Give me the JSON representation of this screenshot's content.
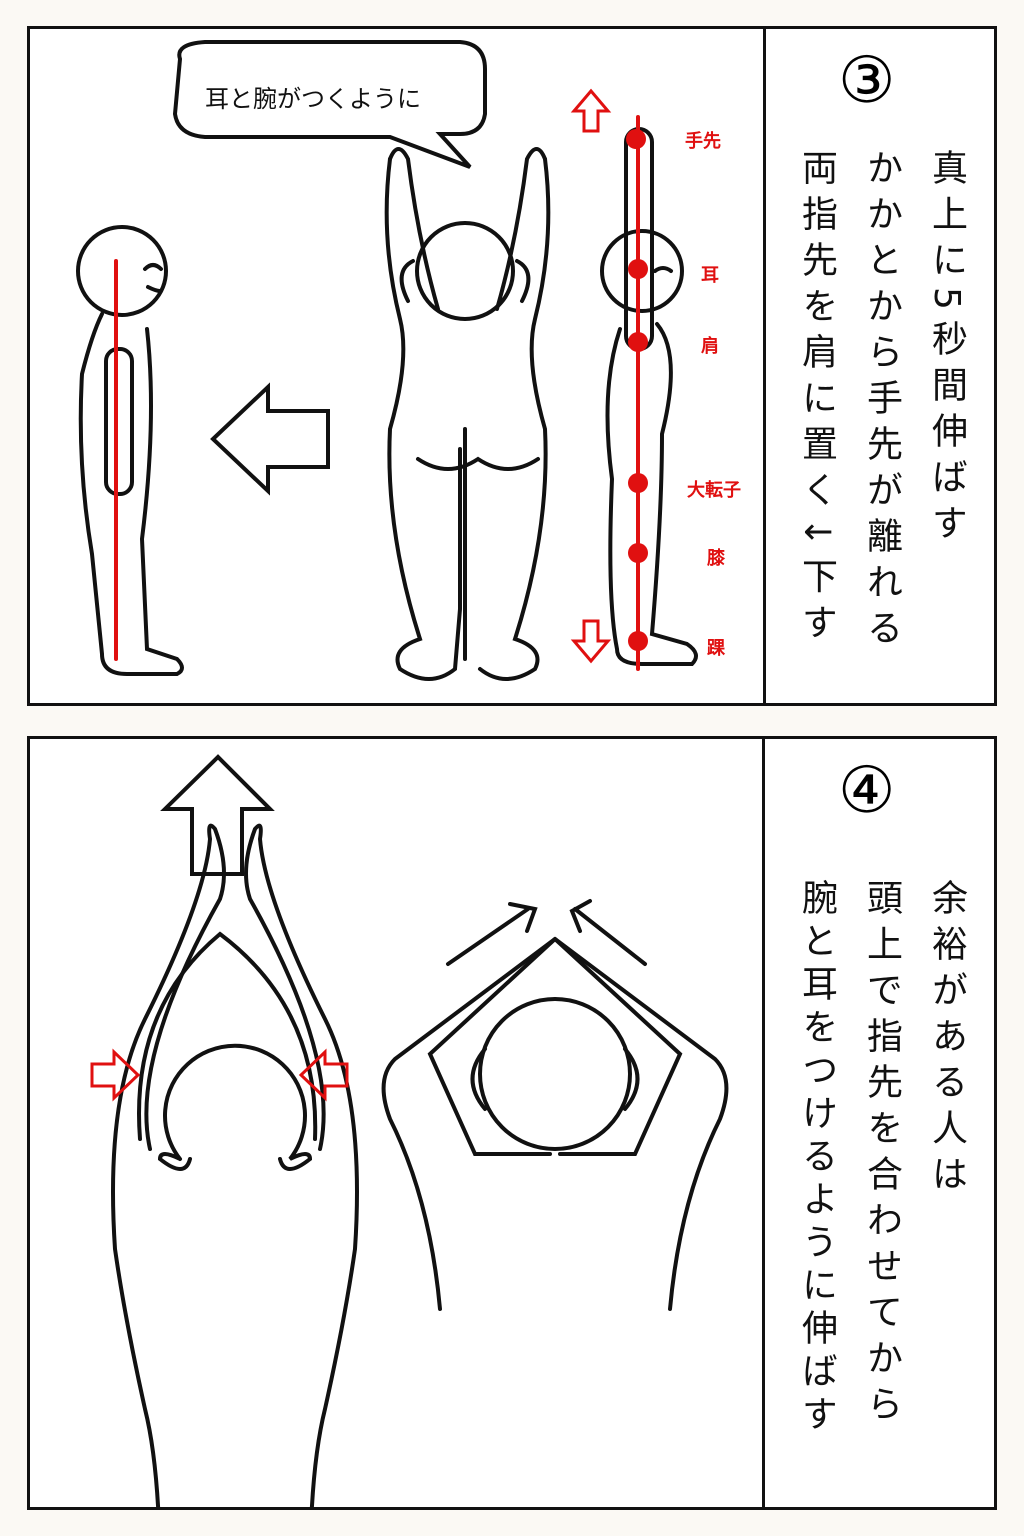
{
  "panel3": {
    "number": "③",
    "speech_bubble": "耳と腕がつくように",
    "instructions": [
      "真上に5秒間伸ばす",
      "かかとから手先が離れる",
      "両指先を肩に置く↓下す"
    ],
    "body_point_labels": [
      "手先",
      "耳",
      "肩",
      "大転子",
      "膝",
      "踝"
    ]
  },
  "panel4": {
    "number": "④",
    "instructions": [
      "余裕がある人は",
      "頭上で指先を合わせてから",
      "腕と耳をつけるように伸ばす"
    ]
  },
  "colors": {
    "accent": "#e01010",
    "line": "#111111"
  }
}
